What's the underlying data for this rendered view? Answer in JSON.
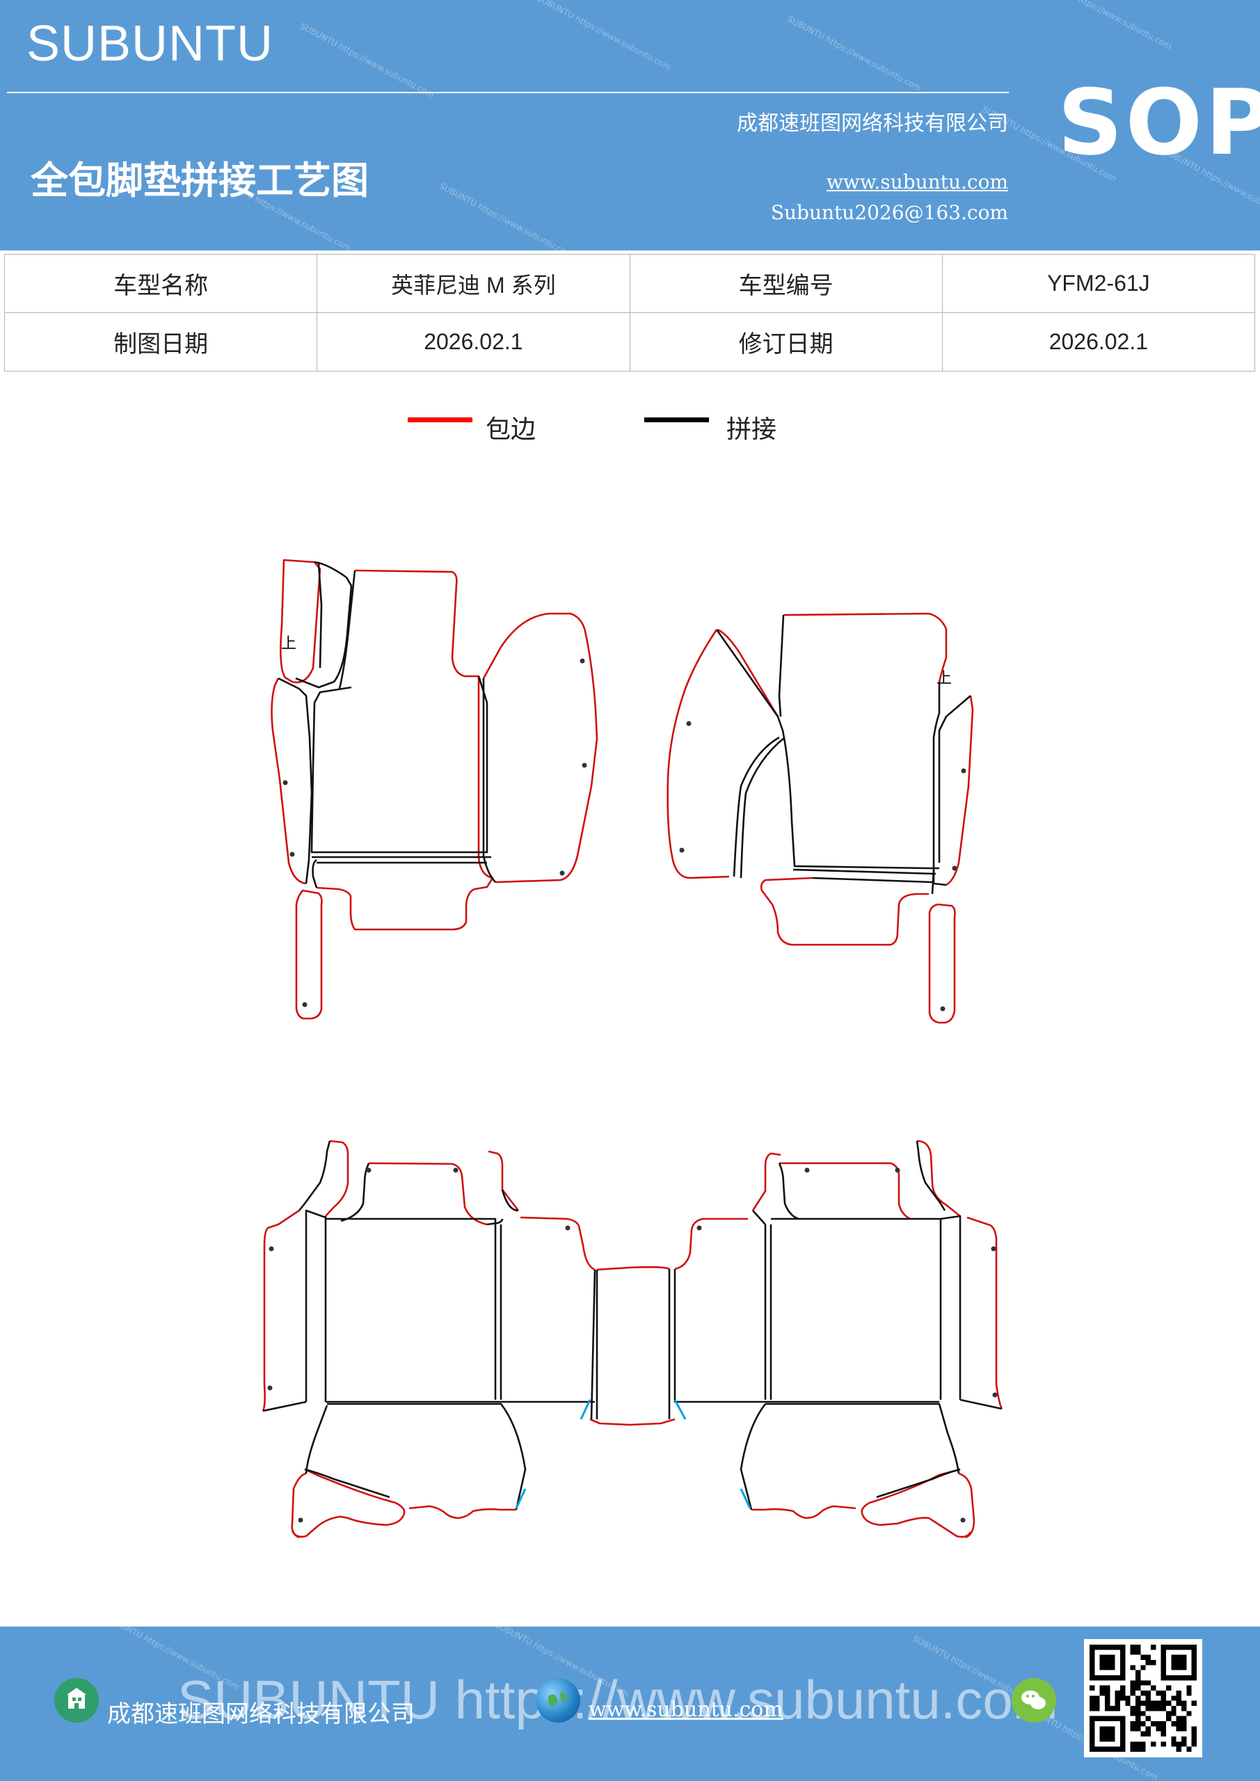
{
  "header": {
    "brand": "SUBUNTU",
    "title": "全包脚垫拼接工艺图",
    "company": "成都速班图网络科技有限公司",
    "website": "www.subuntu.com",
    "email": "Subuntu2026@163.com",
    "badge": "SOP",
    "watermark": "SUBUNTU https://www.subuntu.com"
  },
  "info_table": {
    "rows": [
      [
        "车型名称",
        "英菲尼迪 M 系列",
        "车型编号",
        "YFM2-61J"
      ],
      [
        "制图日期",
        "2026.02.1",
        "修订日期",
        "2026.02.1"
      ]
    ]
  },
  "legend": {
    "items": [
      {
        "label": "包边",
        "color": "#ff0000"
      },
      {
        "label": "拼接",
        "color": "#000000"
      }
    ]
  },
  "drawing": {
    "edge_color": "#d01010",
    "seam_color": "#111111",
    "accent_color": "#00a0e0",
    "marker_text": "上"
  },
  "footer": {
    "company": "成都速班图网络科技有限公司",
    "website": "www.subuntu.com",
    "watermark": "SUBUNTU https://www.subuntu.com"
  },
  "colors": {
    "band": "#5b9bd5"
  }
}
